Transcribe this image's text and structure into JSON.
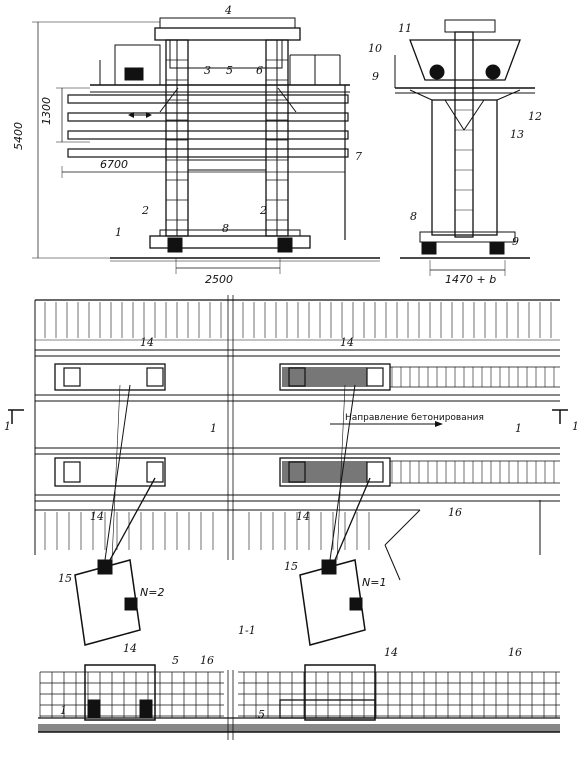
{
  "labels": {
    "n1": "1",
    "n2": "2",
    "n3": "3",
    "n4": "4",
    "n5": "5",
    "n6": "6",
    "n7": "7",
    "n8": "8",
    "n9": "9",
    "n10": "10",
    "n11": "11",
    "n12": "12",
    "n13": "13",
    "n14": "14",
    "n15": "15",
    "n16": "16"
  },
  "dimensions": {
    "height_total": "5400",
    "height_upper": "1300",
    "width_span": "6700",
    "base_width": "2500",
    "side_width": "1470 + b"
  },
  "plan": {
    "direction_text": "Направление бетонирования",
    "section_mark": "1-1",
    "section_left": "1",
    "section_right": "1",
    "machine_1": "N=1",
    "machine_2": "N=2"
  }
}
